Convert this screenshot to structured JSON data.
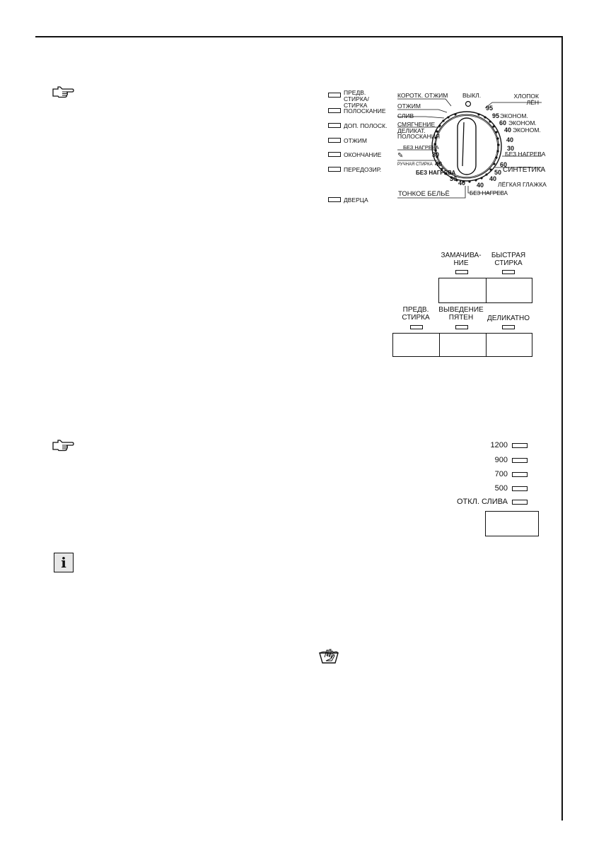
{
  "status_indicators": [
    {
      "label": "ПРЕДВ. СТИРКА/ СТИРКА"
    },
    {
      "label": "ПОЛОСКАНИЕ"
    },
    {
      "label": "ДОП. ПОЛОСК."
    },
    {
      "label": "ОТЖИМ"
    },
    {
      "label": "ОКОНЧАНИЕ"
    },
    {
      "label": "ПЕРЕДОЗИР."
    },
    {
      "label": "ДВЕРЦА"
    }
  ],
  "dial": {
    "left_labels": {
      "short_spin": "КОРОТК. ОТЖИМ",
      "spin": "ОТЖИМ",
      "drain": "СЛИВ",
      "softener": "СМЯГЧЕНИЕ",
      "delicate_rinse": "ДЕЛИКАТ. ПОЛОСКАНИЯ",
      "no_heat_left": "БЕЗ НАГРЕВА",
      "hand_wash": "РУЧНАЯ СТИРКА",
      "no_heat_bottom": "БЕЗ НАГРЕВА"
    },
    "top_label": "ВЫКЛ.",
    "right_labels": {
      "cotton": "ХЛОПОК ЛЁН",
      "eco1": "ЭКОНОМ.",
      "eco2": "ЭКОНОМ.",
      "eco3": "ЭКОНОМ.",
      "no_heat_right": "БЕЗ НАГРЕВА",
      "synthetics": "СИНТЕТИКА",
      "easy_iron": "ЛЁГКАЯ ГЛАЖКА",
      "no_heat_bottom_right": "БЕЗ НАГРЕВА"
    },
    "bottom_label": "ТОНКОЕ БЕЛЬЁ",
    "temps": {
      "t95a": "95",
      "t95b": "95",
      "t60a": "60",
      "t40a": "40",
      "t40b": "40",
      "t30r": "30",
      "t60b": "60",
      "t50": "50",
      "t40c": "40",
      "t40d": "40",
      "t30l": "30",
      "t40l": "40",
      "t30b": "30",
      "t40e": "40"
    }
  },
  "option_buttons": {
    "soak": "ЗАМАЧИВА-\nНИЕ",
    "quick": "БЫСТРАЯ\nСТИРКА",
    "prewash": "ПРЕДВ.\nСТИРКА",
    "stain": "ВЫВЕДЕНИЕ\nПЯТЕН",
    "delicate": "ДЕЛИКАТНО"
  },
  "spin_speeds": [
    "1200",
    "900",
    "700",
    "500",
    "ОТКЛ. СЛИВА"
  ]
}
